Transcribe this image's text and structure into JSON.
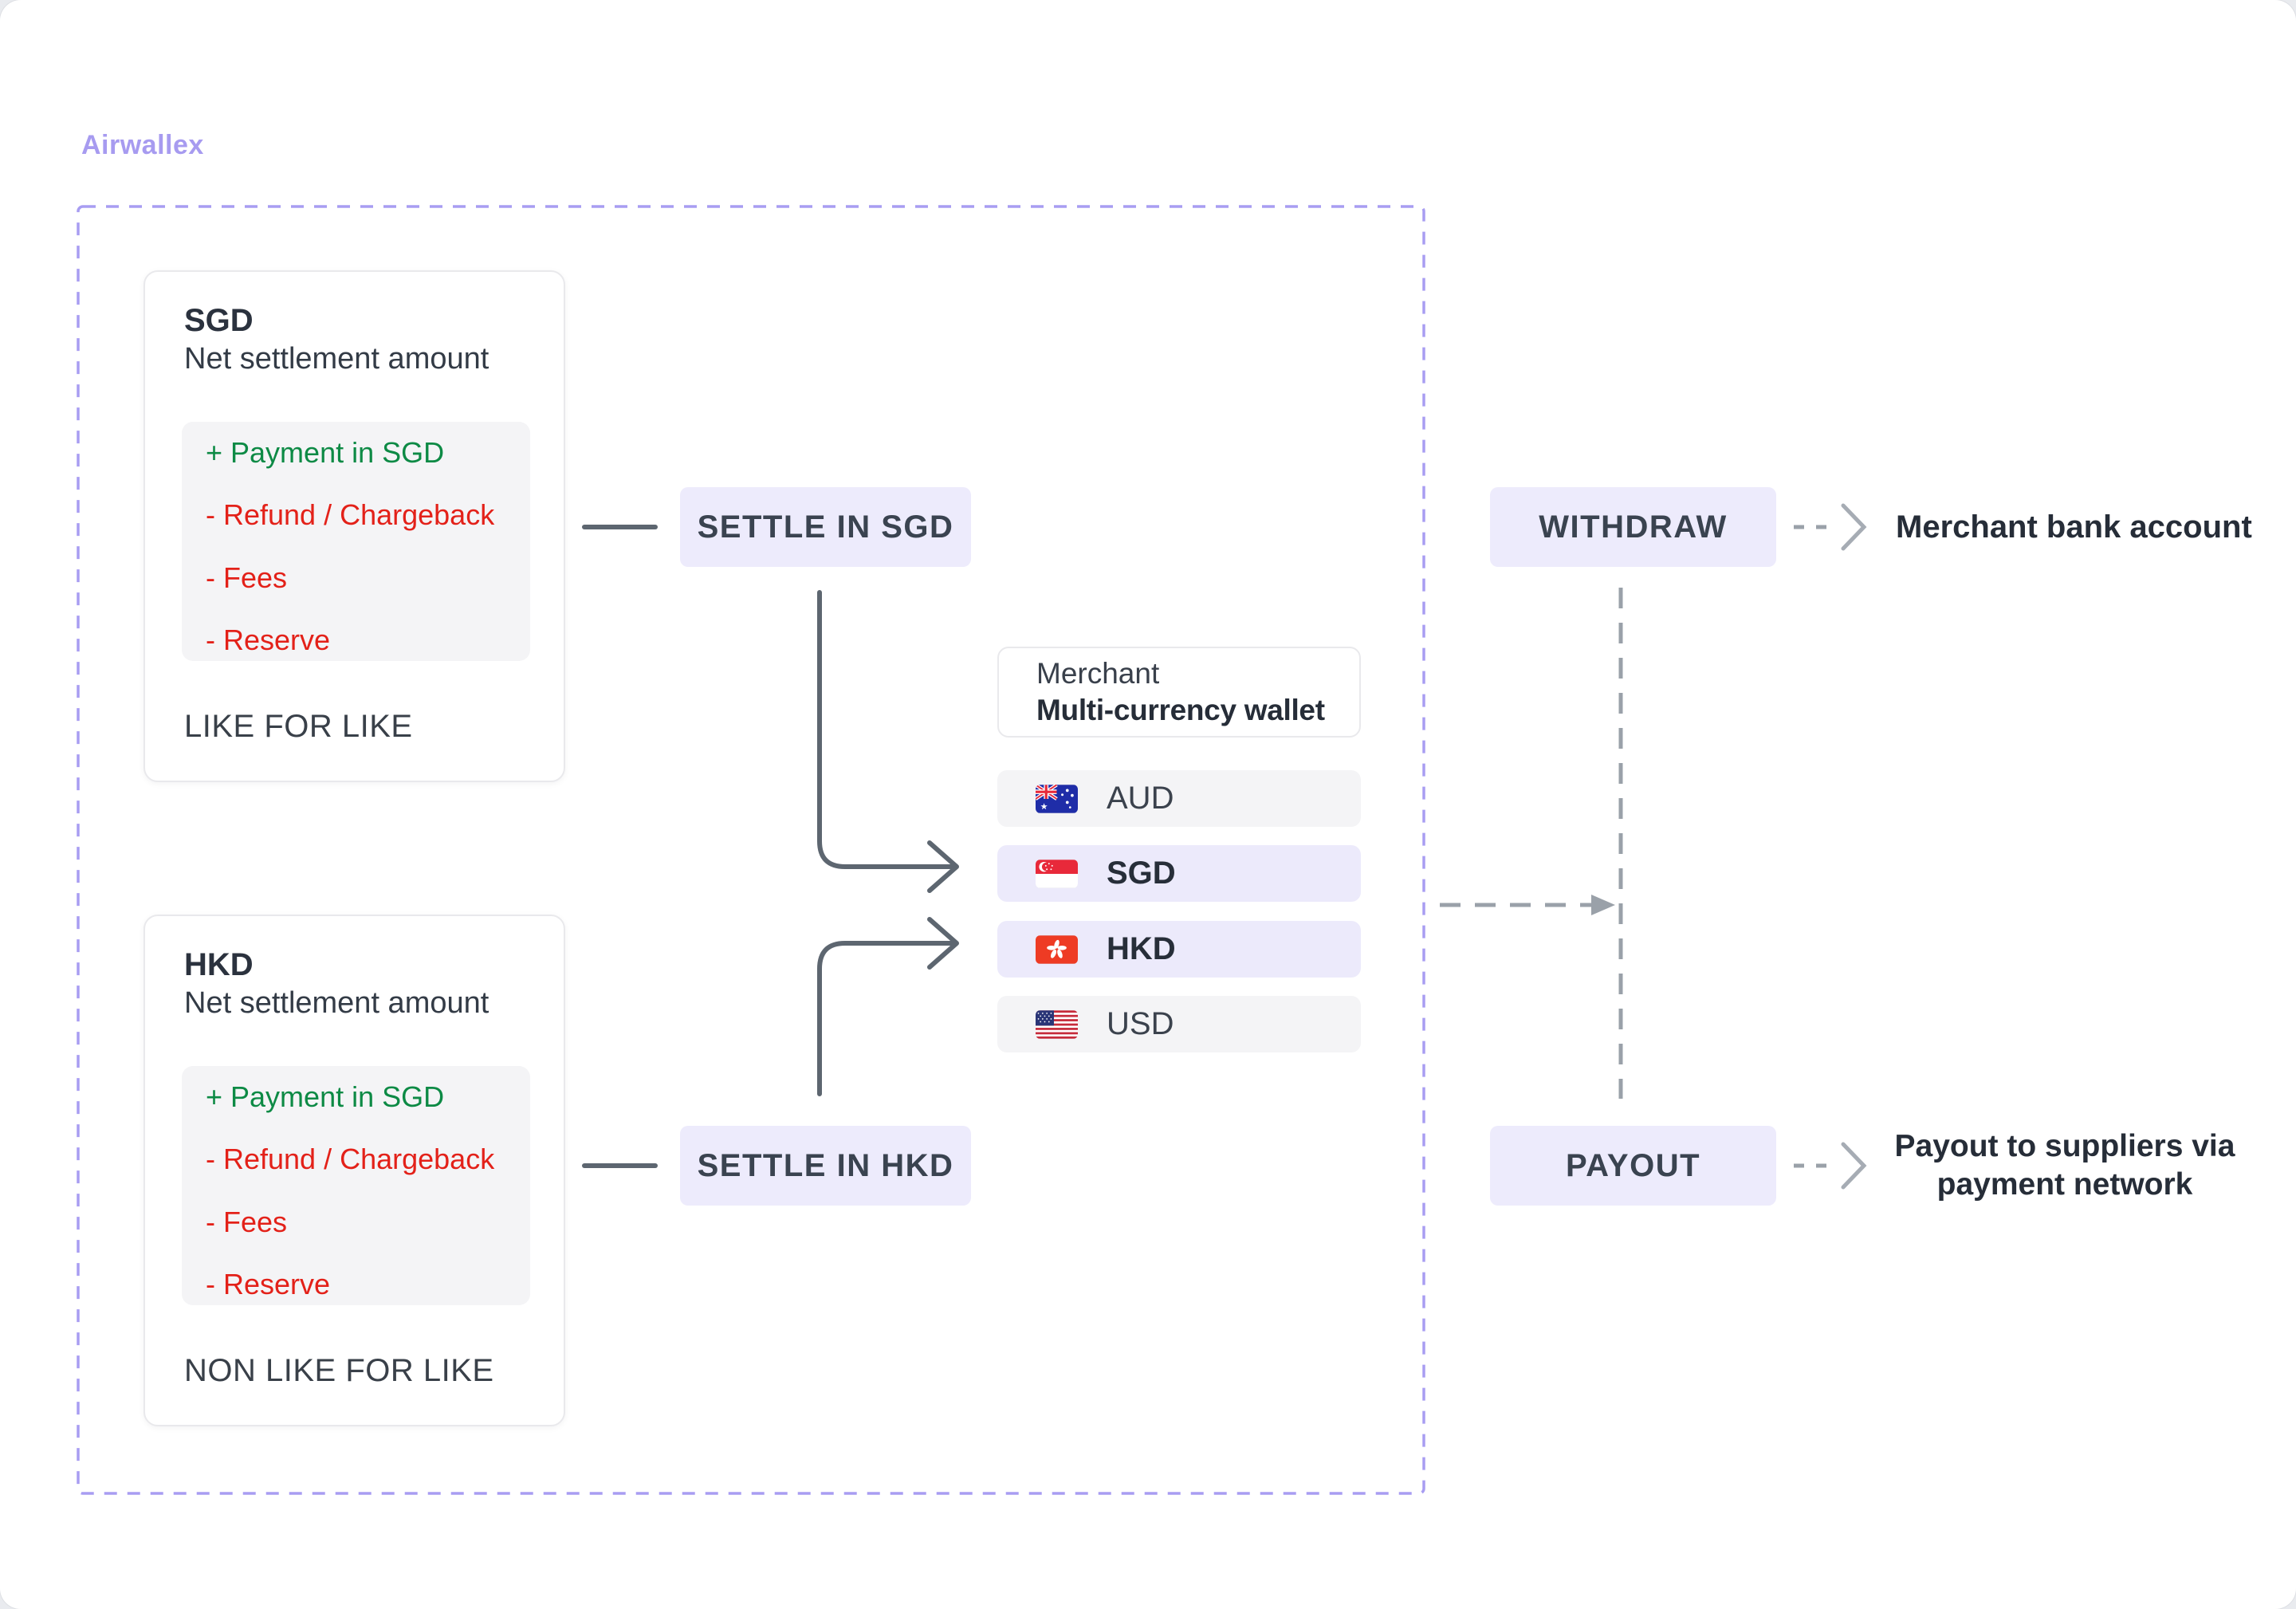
{
  "brand": {
    "name": "Airwallex"
  },
  "cards": {
    "sgd": {
      "title": "SGD",
      "subtitle": "Net settlement amount",
      "items": [
        {
          "text": "+ Payment in SGD",
          "type": "positive"
        },
        {
          "text": "- Refund / Chargeback",
          "type": "negative"
        },
        {
          "text": "- Fees",
          "type": "negative"
        },
        {
          "text": "- Reserve",
          "type": "negative"
        }
      ],
      "footer": "LIKE FOR LIKE"
    },
    "hkd": {
      "title": "HKD",
      "subtitle": "Net settlement amount",
      "items": [
        {
          "text": "+ Payment in SGD",
          "type": "positive"
        },
        {
          "text": "- Refund / Chargeback",
          "type": "negative"
        },
        {
          "text": "- Fees",
          "type": "negative"
        },
        {
          "text": "- Reserve",
          "type": "negative"
        }
      ],
      "footer": "NON LIKE FOR LIKE"
    }
  },
  "nodes": {
    "settle_sgd": {
      "label": "SETTLE IN SGD"
    },
    "settle_hkd": {
      "label": "SETTLE IN HKD"
    },
    "withdraw": {
      "label": "WITHDRAW"
    },
    "payout": {
      "label": "PAYOUT"
    }
  },
  "wallet": {
    "owner": "Merchant",
    "name": "Multi-currency wallet",
    "currencies": [
      {
        "code": "AUD",
        "flag_icon": "australia-flag-icon",
        "highlighted": false
      },
      {
        "code": "SGD",
        "flag_icon": "singapore-flag-icon",
        "highlighted": true
      },
      {
        "code": "HKD",
        "flag_icon": "hong-kong-flag-icon",
        "highlighted": true
      },
      {
        "code": "USD",
        "flag_icon": "united-states-flag-icon",
        "highlighted": false
      }
    ]
  },
  "destinations": {
    "withdraw": "Merchant bank account",
    "payout_lines": [
      "Payout to suppliers via",
      "payment network"
    ]
  },
  "colors": {
    "brand": "#A79BF0",
    "dashed-box": "#A89DF2",
    "lavender": "#EDEBFC",
    "row-gray": "#F4F4F6",
    "row-lavender": "#ECEAFB",
    "positive": "#0D8A45",
    "negative": "#E32119",
    "text-dark": "#272E39",
    "connector": "#5D6670",
    "connector-dashed": "#9AA1A9",
    "card-border": "#E9E9EC"
  }
}
